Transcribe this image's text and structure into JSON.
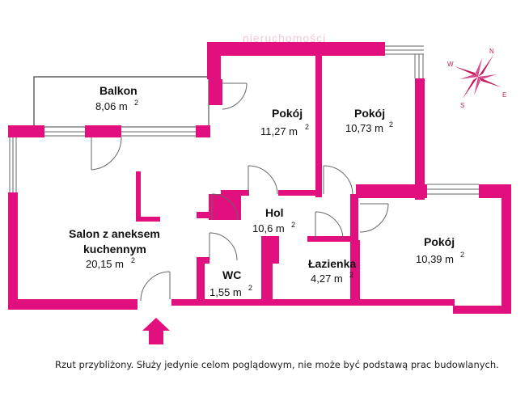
{
  "colors": {
    "wall": "#e20f7f",
    "line": "#555555",
    "compass": "#c2185b"
  },
  "watermark": "nieruchomości",
  "rooms": [
    {
      "id": "balkon",
      "name": "Balkon",
      "area": "8,06 m",
      "sup": "2"
    },
    {
      "id": "pokoj1",
      "name": "Pokój",
      "area": "11,27 m",
      "sup": "2"
    },
    {
      "id": "pokoj2",
      "name": "Pokój",
      "area": "10,73 m",
      "sup": "2"
    },
    {
      "id": "hol",
      "name": "Hol",
      "area": "10,6 m",
      "sup": "2"
    },
    {
      "id": "salon",
      "name_line1": "Salon z aneksem",
      "name_line2": "kuchennym",
      "area": "20,15 m",
      "sup": "2"
    },
    {
      "id": "pokoj3",
      "name": "Pokój",
      "area": "10,39 m",
      "sup": "2"
    },
    {
      "id": "lazienka",
      "name": "Łazienka",
      "area": "4,27 m",
      "sup": "2"
    },
    {
      "id": "wc",
      "name": "WC",
      "area": "1,55 m",
      "sup": "2"
    }
  ],
  "compass": {
    "n": "N",
    "w": "W",
    "e": "E",
    "s": "S"
  },
  "footer": "Rzut przybliżony. Służy jedynie celom poglądowym, nie może być podstawą prac budowlanych."
}
